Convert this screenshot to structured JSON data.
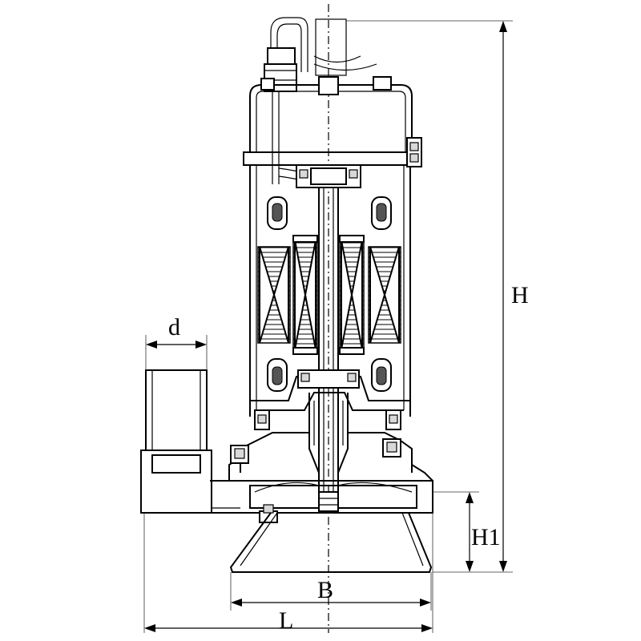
{
  "labels": {
    "height_total": "H",
    "height_base": "H1",
    "outlet_diameter": "d",
    "base_width": "B",
    "overall_length": "L"
  }
}
